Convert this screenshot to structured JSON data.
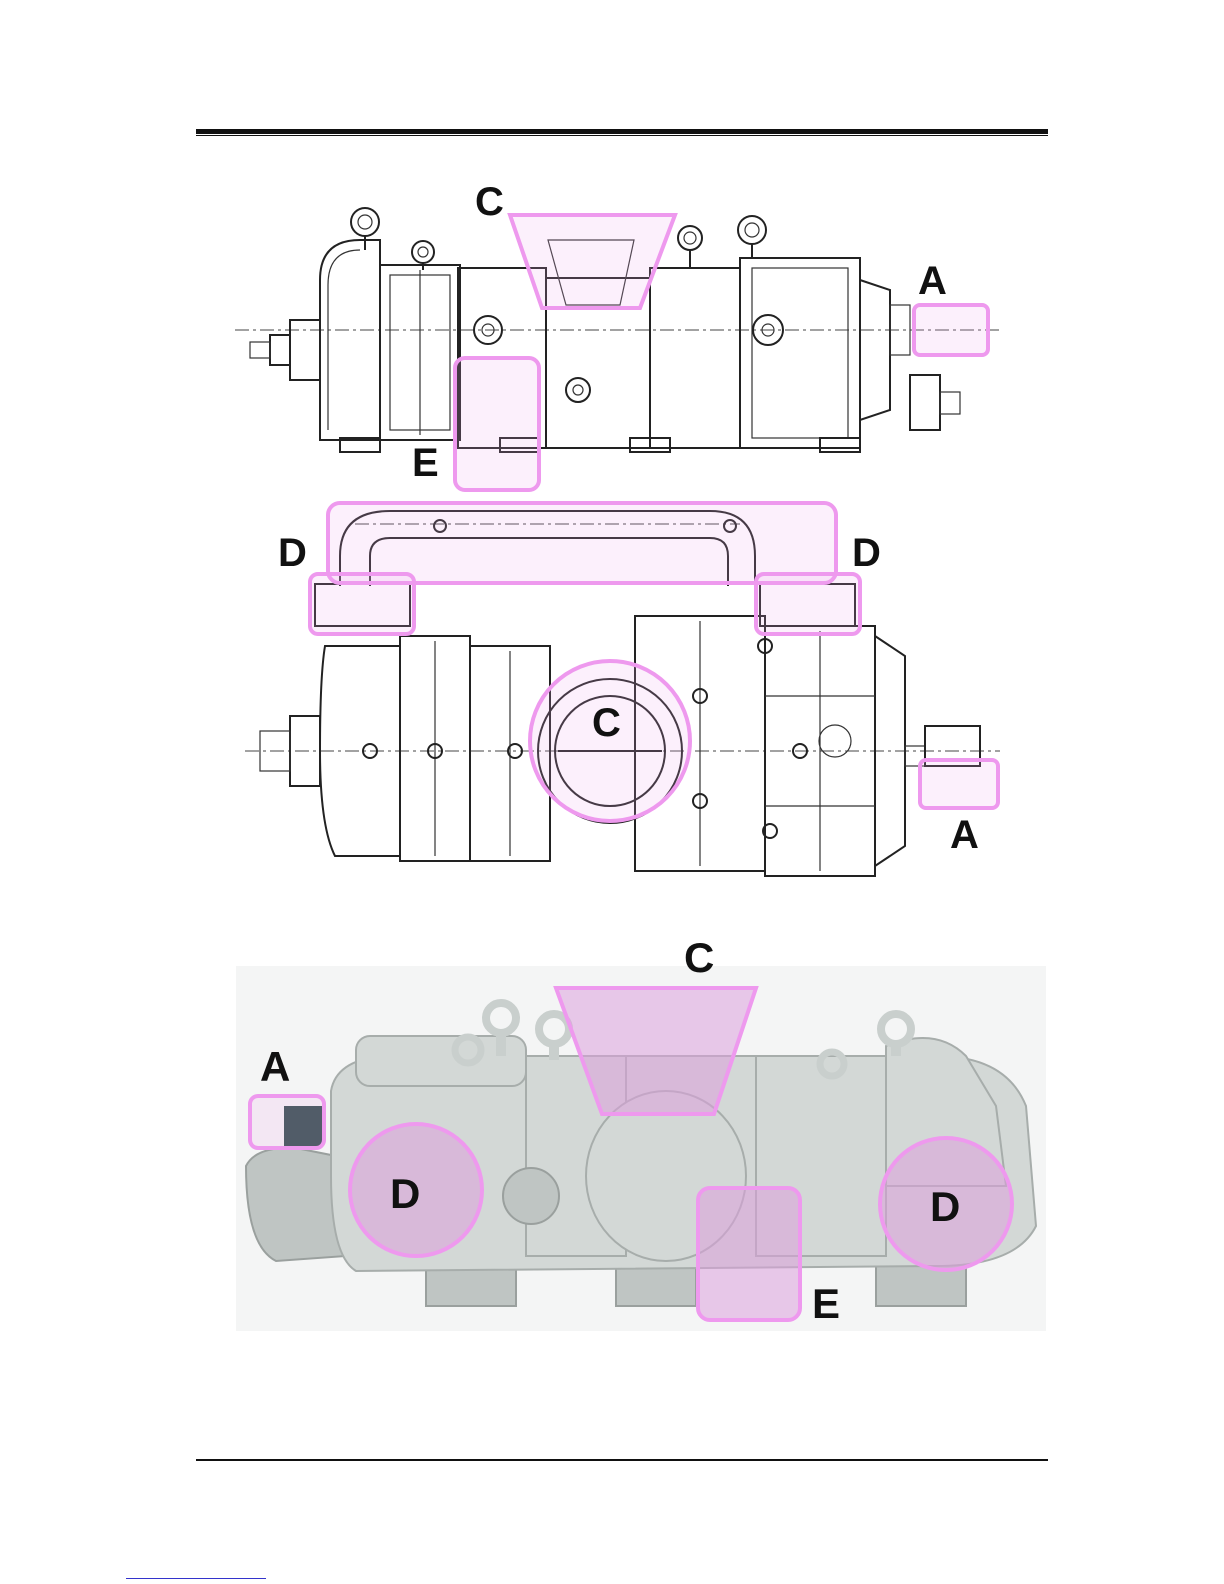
{
  "figures": {
    "side_drawing": {
      "labels": {
        "c": "C",
        "a": "A",
        "e": "E"
      }
    },
    "top_drawing": {
      "labels": {
        "d_left": "D",
        "d_right": "D",
        "c": "C",
        "a": "A"
      }
    },
    "photo": {
      "labels": {
        "c": "C",
        "a": "A",
        "d_left": "D",
        "d_right": "D",
        "e": "E"
      }
    }
  },
  "colors": {
    "highlight": "#ee99ee",
    "rule": "#111111",
    "casing": "#d3d8d6"
  },
  "icons": {
    "eyebolt": "eyebolt-icon"
  }
}
